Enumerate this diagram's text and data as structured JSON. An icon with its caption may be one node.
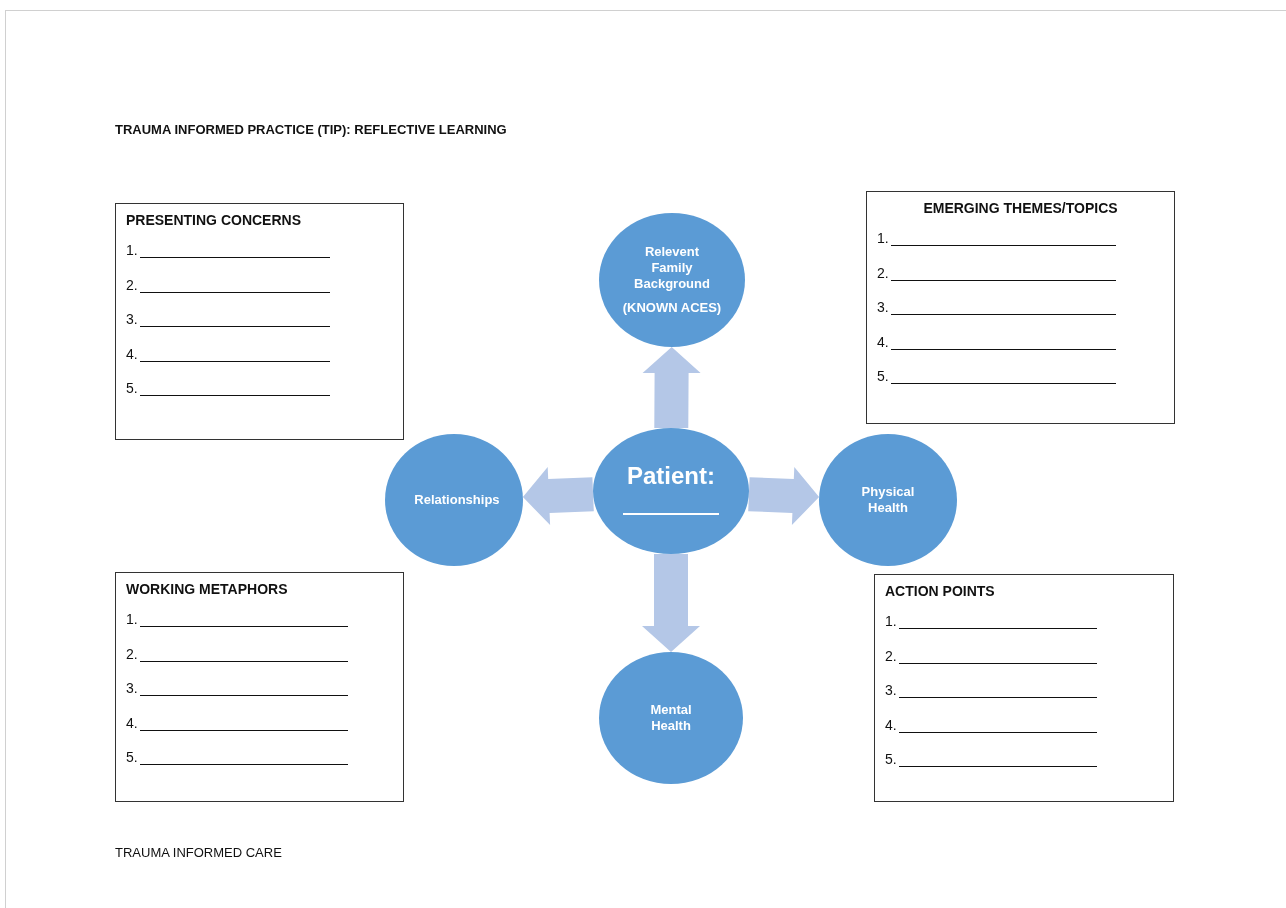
{
  "diagram": {
    "title": "TRAUMA INFORMED PRACTICE (TIP): REFLECTIVE LEARNING",
    "nodes": [
      {
        "text": [
          "PRESENTING CONCERNS",
          "1.",
          "2.",
          "3.",
          "4.",
          "5."
        ]
      },
      {
        "text": [
          "Relevent Family Background",
          "(KNOWN ACES)"
        ]
      },
      {
        "text": [
          "EMERGING THEMES/TOPICS",
          "1.",
          "2.",
          "3.",
          "4.",
          "5."
        ]
      },
      {
        "text": [
          "Relationships"
        ]
      },
      {
        "text": [
          "Patient:"
        ]
      },
      {
        "text": [
          "Physical Health"
        ]
      },
      {
        "text": [
          "WORKING METAPHORS",
          "1.",
          "2.",
          "3.",
          "4.",
          "5."
        ]
      },
      {
        "text": [
          "Mental Health"
        ]
      },
      {
        "text": [
          "ACTION POINTS",
          "1.",
          "2.",
          "3.",
          "4.",
          "5."
        ]
      }
    ],
    "edges": [
      {
        "from": 4,
        "to": 1,
        "arrow": "to",
        "style": "thick"
      },
      {
        "from": 4,
        "to": 3,
        "arrow": "to",
        "style": "thick"
      },
      {
        "from": 4,
        "to": 5,
        "arrow": "to",
        "style": "thick"
      },
      {
        "from": 4,
        "to": 7,
        "arrow": "to",
        "style": "thick"
      }
    ],
    "labels": [
      "TRAUMA INFORMED CARE"
    ]
  }
}
